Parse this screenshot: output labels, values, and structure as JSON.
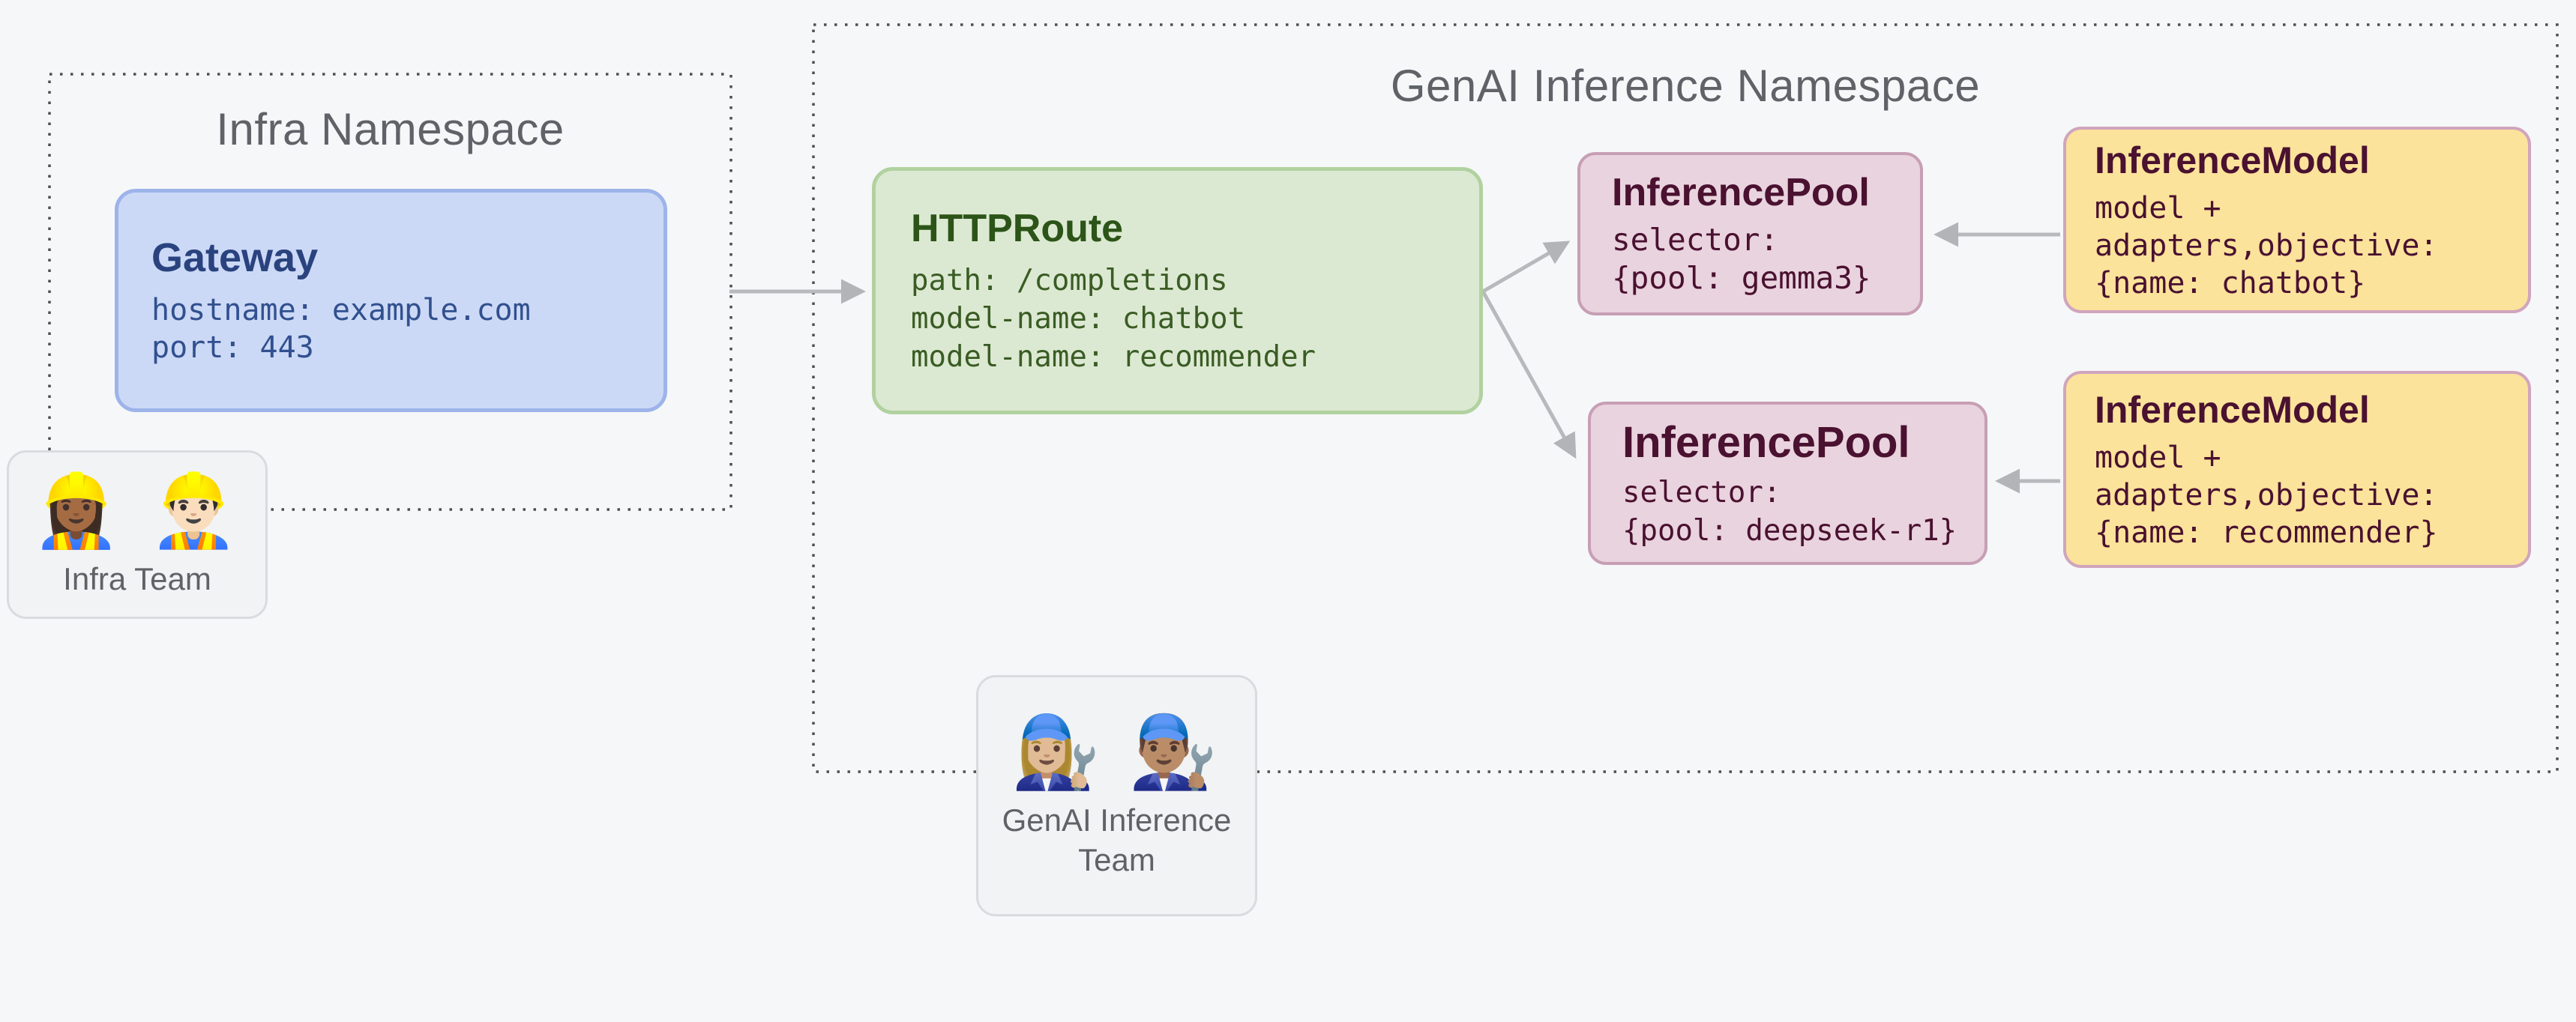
{
  "page": {
    "background": "#f6f7f9",
    "arrow_color": "#b7b9bc",
    "border_dot_color": "#4f4f4f"
  },
  "infra_namespace": {
    "title": "Infra Namespace",
    "gateway": {
      "title": "Gateway",
      "lines": [
        "hostname: example.com",
        "port: 443"
      ],
      "bg": "#ccd9f6",
      "border": "#9db4ea",
      "text": "#2a437f"
    },
    "team": {
      "emoji": "👷🏾‍♀️ 👷🏻‍♂️",
      "label": "Infra Team"
    }
  },
  "genai_namespace": {
    "title": "GenAI Inference Namespace",
    "httproute": {
      "title": "HTTPRoute",
      "lines": [
        "path: /completions",
        "model-name: chatbot",
        "model-name: recommender"
      ],
      "bg": "#dce9d2",
      "border": "#b1d2a0",
      "text": "#2c5418"
    },
    "inference_pools": [
      {
        "title": "InferencePool",
        "lines": [
          "selector:",
          "{pool: gemma3}"
        ],
        "bg": "#e9d3de",
        "border": "#c79fb5",
        "text": "#4a1130"
      },
      {
        "title": "InferencePool",
        "lines": [
          "selector:",
          "{pool: deepseek-r1}"
        ],
        "bg": "#e9d3de",
        "border": "#c79fb5",
        "text": "#4a1130"
      }
    ],
    "inference_models": [
      {
        "title": "InferenceModel",
        "lines": [
          "model +",
          "adapters,objective:",
          "{name: chatbot}"
        ],
        "bg": "#fbe39b",
        "border": "#d0a5bd",
        "text": "#4a1130"
      },
      {
        "title": "InferenceModel",
        "lines": [
          "model +",
          "adapters,objective:",
          "{name: recommender}"
        ],
        "bg": "#fbe39b",
        "border": "#d0a5bd",
        "text": "#4a1130"
      }
    ],
    "team": {
      "emoji": "👩🏼‍🔧 👨🏽‍🔧",
      "label": "GenAI Inference Team"
    }
  },
  "connections": [
    {
      "from": "gateway",
      "to": "httproute"
    },
    {
      "from": "httproute",
      "to": "inference-pool-gemma3"
    },
    {
      "from": "httproute",
      "to": "inference-pool-deepseek-r1"
    },
    {
      "from": "inference-model-chatbot",
      "to": "inference-pool-gemma3"
    },
    {
      "from": "inference-model-recommender",
      "to": "inference-pool-deepseek-r1"
    }
  ]
}
